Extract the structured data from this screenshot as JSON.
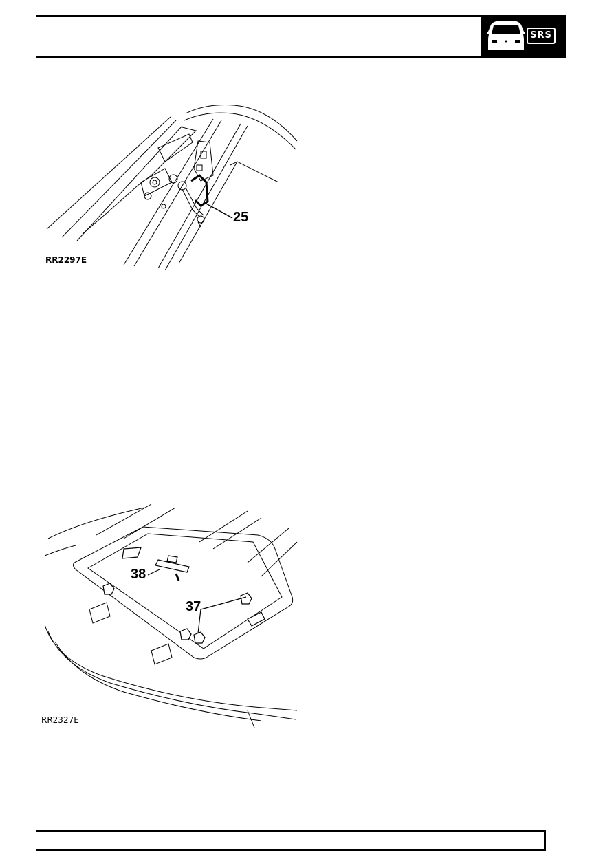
{
  "header": {
    "badge_label": "SRS",
    "badge_icon": "car-front-icon"
  },
  "figure_top": {
    "code": "RR2297E",
    "callout": "25"
  },
  "figure_bottom": {
    "code": "RR2327E",
    "callouts": [
      "38",
      "37"
    ]
  }
}
